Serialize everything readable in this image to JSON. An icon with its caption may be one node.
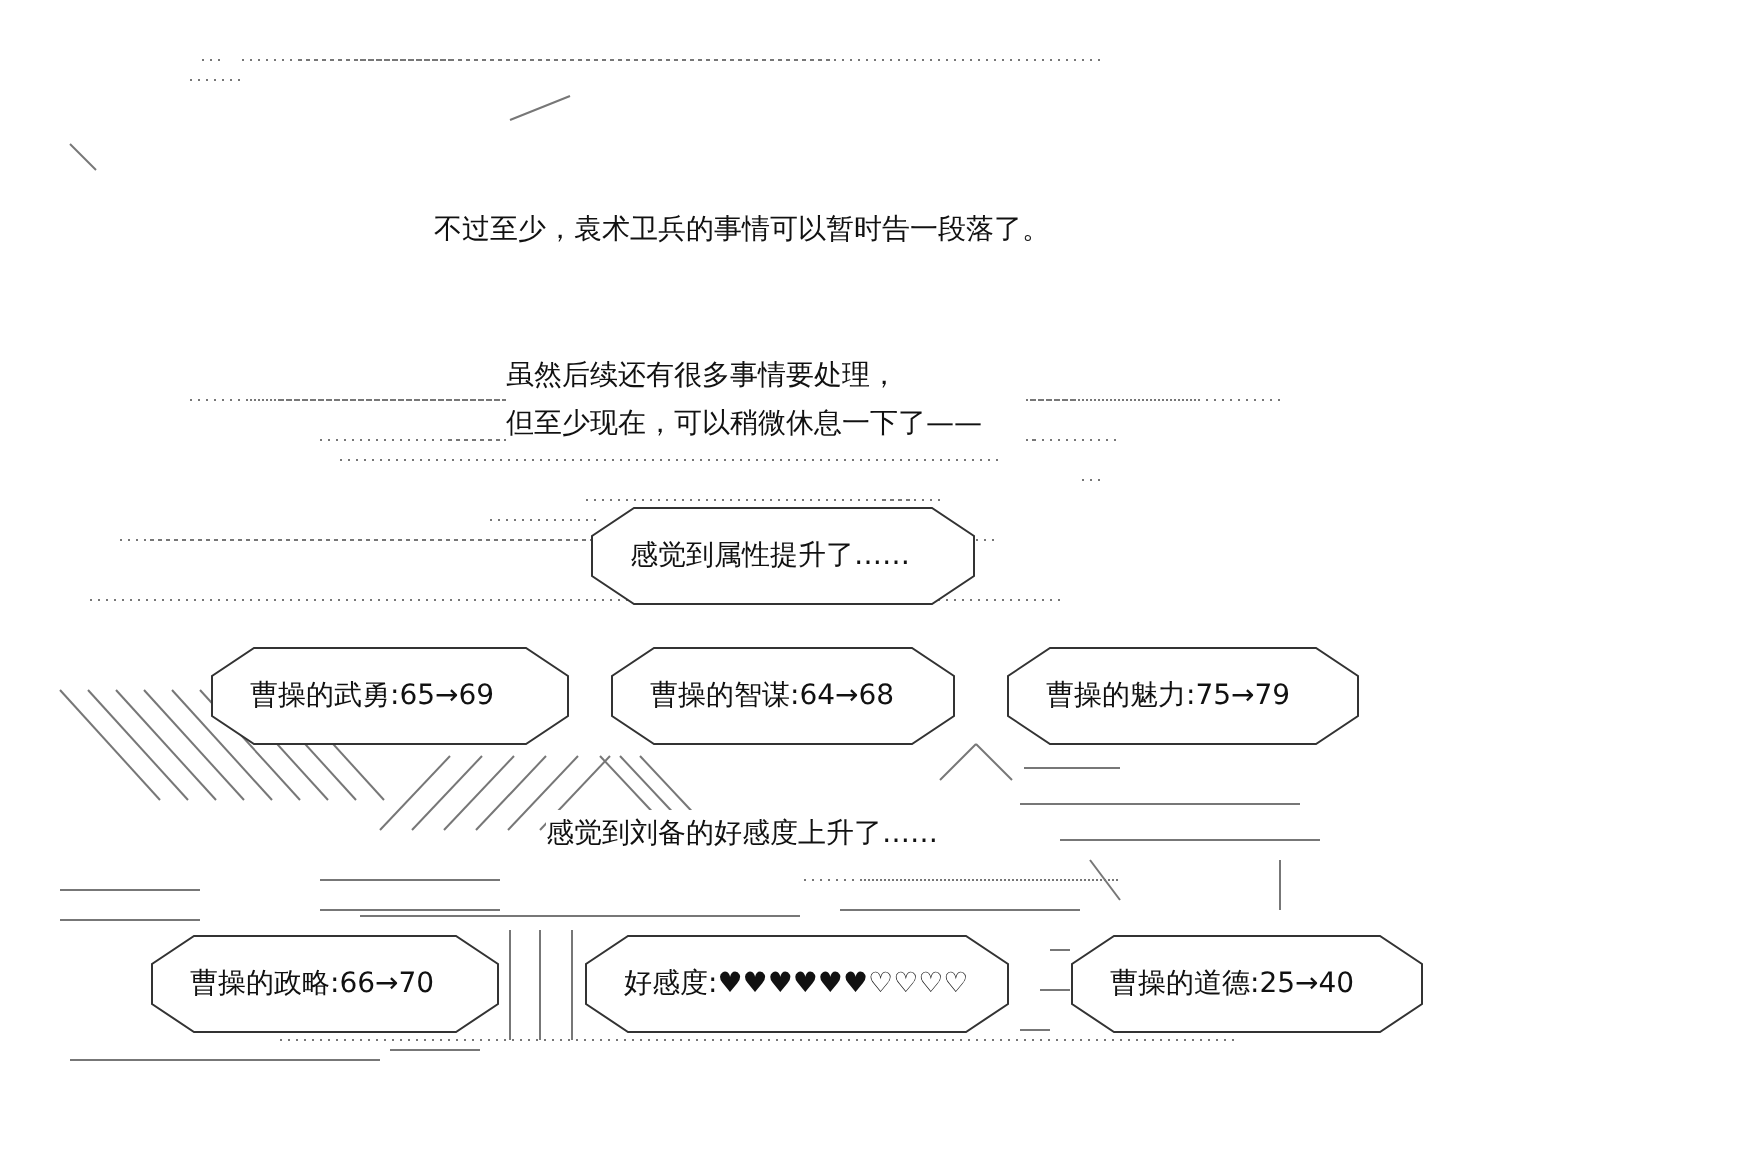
{
  "diagram": {
    "nodes": [
      {
        "text": [
          "感觉到属性提升了……"
        ]
      },
      {
        "text": [
          "曹操的武勇:65→69"
        ]
      },
      {
        "text": [
          "曹操的智谋:64→68"
        ]
      },
      {
        "text": [
          "曹操的魅力:75→79"
        ]
      },
      {
        "text": [
          "曹操的政略:66→70"
        ]
      },
      {
        "text": [
          "好感度:♥♥♥♥♥♥♡♡♡♡"
        ]
      },
      {
        "text": [
          "曹操的道德:25→40"
        ]
      }
    ],
    "labels": [
      "不过至少，袁术卫兵的事情可以暂时告一段落了。",
      "虽然后续还有很多事情要处理，但至少现在，可以稍微休息一下了——",
      "感觉到刘备的好感度上升了……"
    ]
  }
}
